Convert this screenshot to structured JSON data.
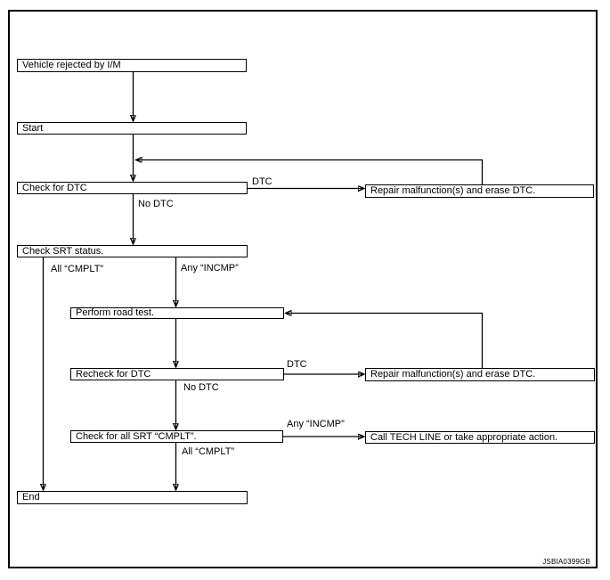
{
  "diagram": {
    "title_semantics": "I/M rejection diagnostic flowchart",
    "figure_code": "JSBIA0399GB",
    "colors": {
      "line": "#000000",
      "box_background": "#ffffff",
      "page_background": "#ffffff",
      "text": "#000000"
    },
    "nodes": {
      "vehicle_rejected": {
        "label": "Vehicle rejected by I/M"
      },
      "start": {
        "label": "Start"
      },
      "check_dtc": {
        "label": "Check for DTC"
      },
      "repair_1": {
        "label": "Repair malfunction(s) and erase DTC."
      },
      "check_srt": {
        "label": "Check SRT status."
      },
      "perform_road_test": {
        "label": "Perform road test."
      },
      "recheck_dtc": {
        "label": "Recheck for DTC"
      },
      "repair_2": {
        "label": "Repair malfunction(s) and erase DTC."
      },
      "check_all_srt": {
        "label": "Check for all SRT “CMPLT”."
      },
      "call_tech_line": {
        "label": "Call TECH LINE or take appropriate action."
      },
      "end": {
        "label": "End"
      }
    },
    "edge_labels": {
      "dtc_1": "DTC",
      "no_dtc_1": "No DTC",
      "all_cmplt_1": "All “CMPLT”",
      "any_incmp_1": "Any “INCMP”",
      "dtc_2": "DTC",
      "no_dtc_2": "No DTC",
      "any_incmp_2": "Any “INCMP”",
      "all_cmplt_2": "All “CMPLT”"
    }
  }
}
